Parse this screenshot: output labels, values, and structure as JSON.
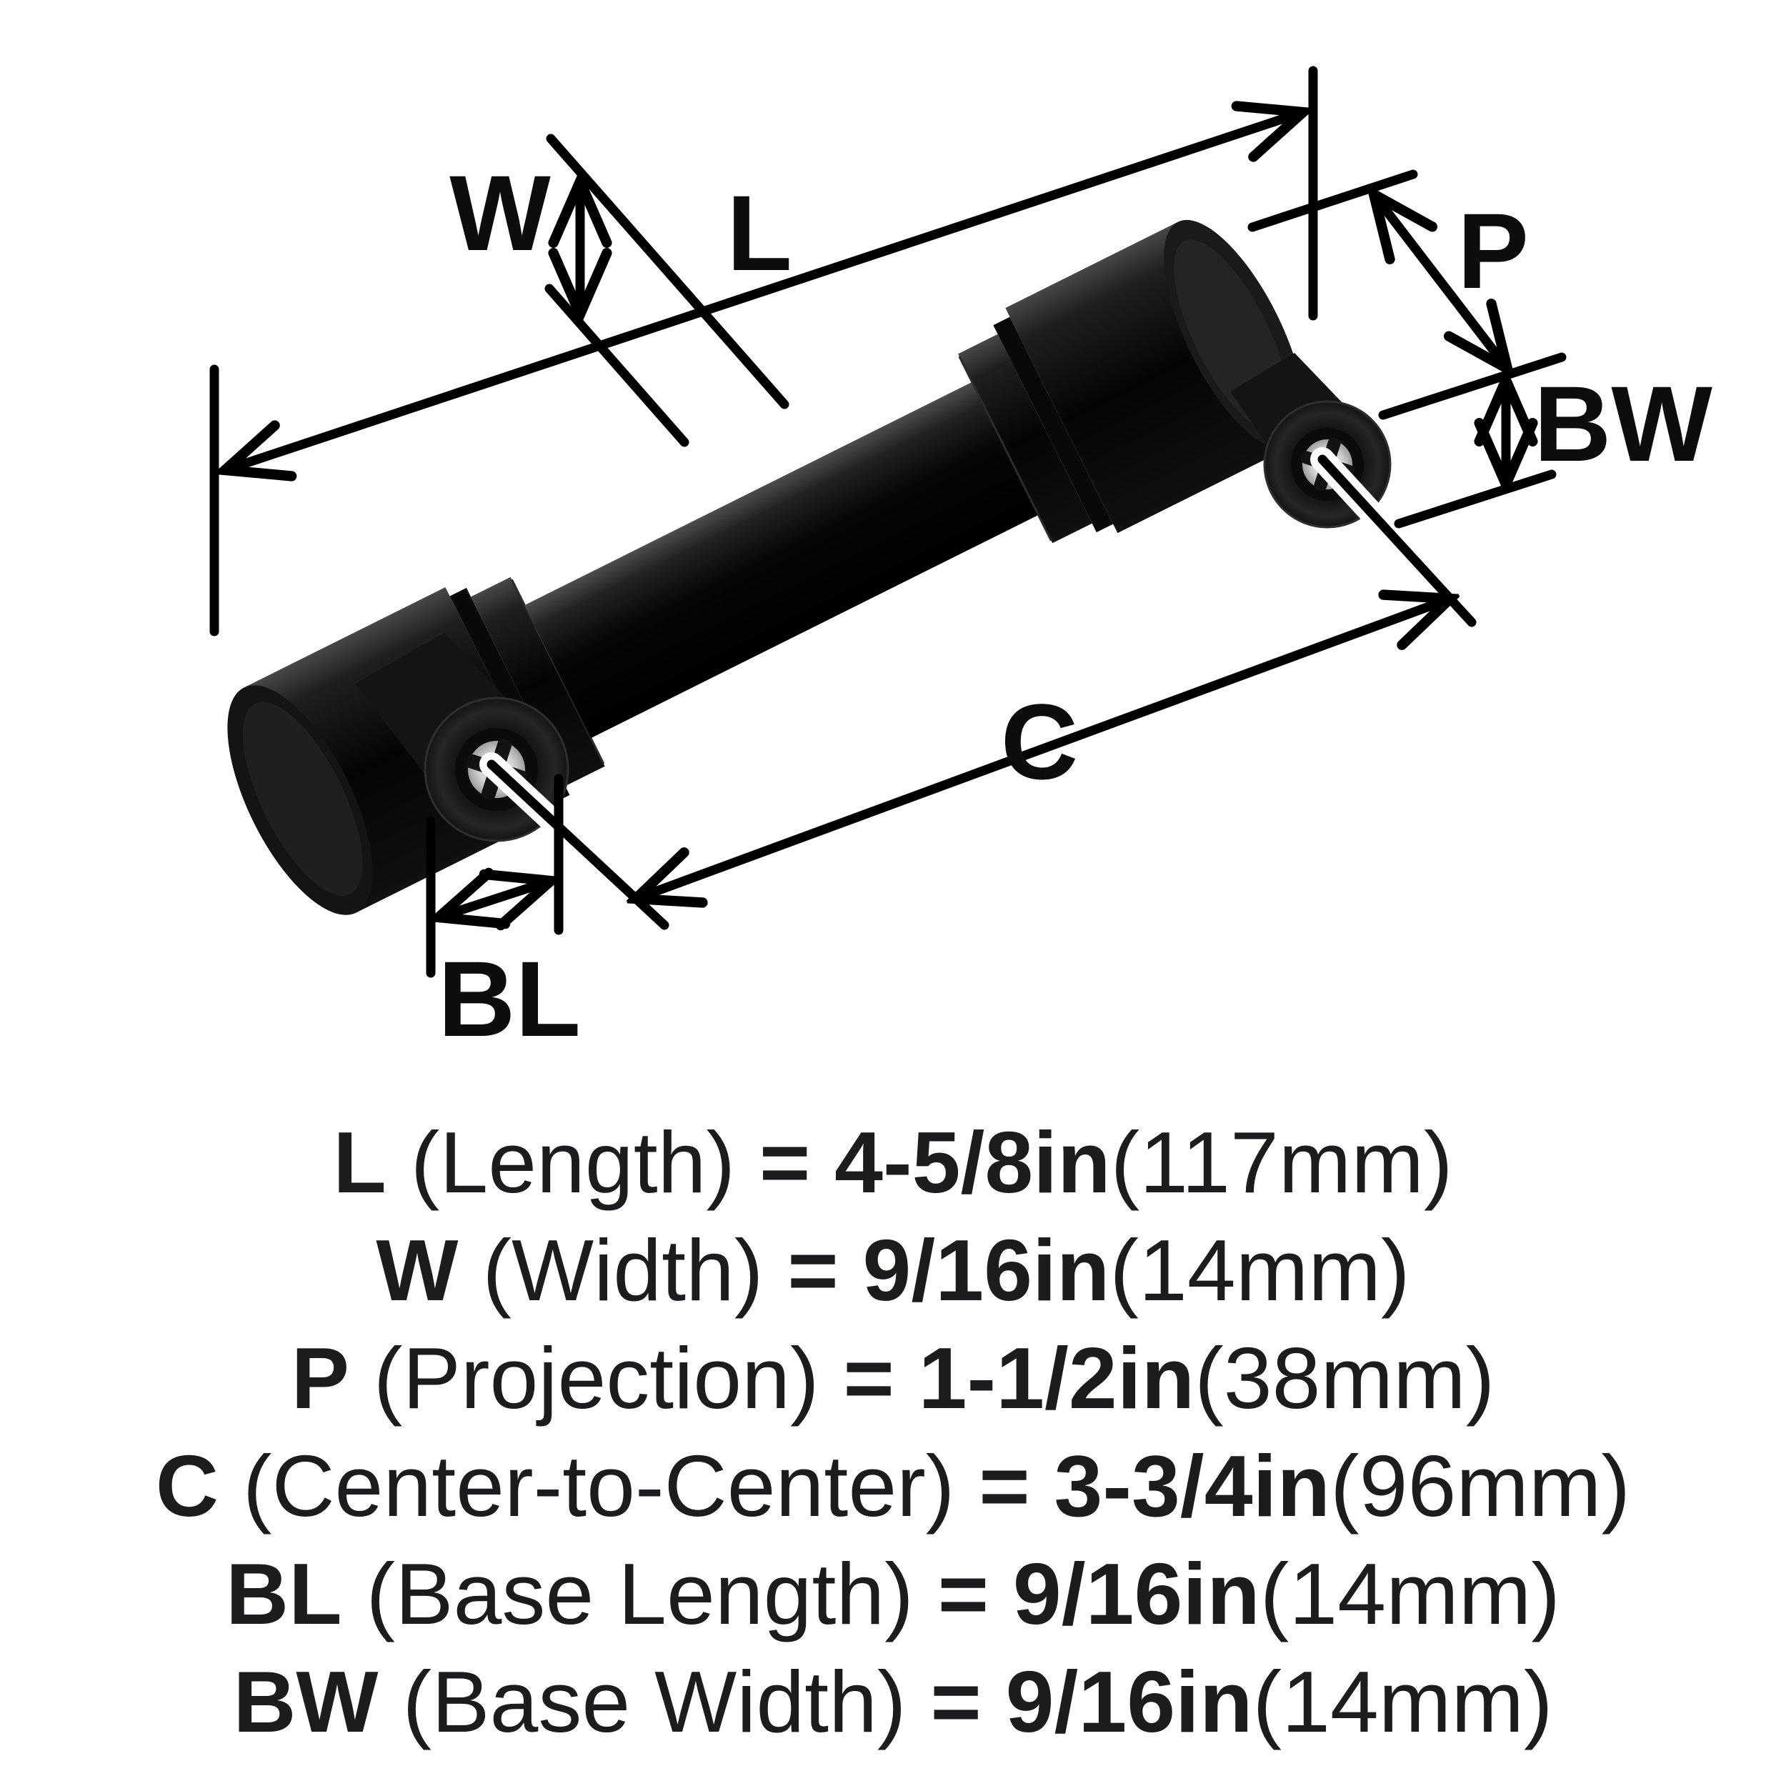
{
  "page": {
    "background": "#ffffff",
    "title": "Cabinet pull dimension diagram"
  },
  "diagram": {
    "labels": {
      "w": "W",
      "l": "L",
      "p": "P",
      "bw": "BW",
      "c": "C",
      "bl": "BL"
    },
    "colors": {
      "ink": "#000000",
      "label_ink": "#0d0d0d",
      "text_ink": "#1c1c1e",
      "handle_black": "#0a0a0a",
      "screw_gray": "#d3d3d3"
    }
  },
  "specs": {
    "rows": [
      {
        "code": "L",
        "label": " (Length) ",
        "value": "= 4-5/8in",
        "metric": "(117mm)"
      },
      {
        "code": "W",
        "label": " (Width) ",
        "value": "= 9/16in",
        "metric": "(14mm)"
      },
      {
        "code": "P",
        "label": " (Projection) ",
        "value": "= 1-1/2in",
        "metric": "(38mm)"
      },
      {
        "code": "C",
        "label": " (Center-to-Center) ",
        "value": "= 3-3/4in",
        "metric": "(96mm)"
      },
      {
        "code": "BL",
        "label": " (Base Length) ",
        "value": "= 9/16in",
        "metric": "(14mm)"
      },
      {
        "code": "BW",
        "label": " (Base Width) ",
        "value": "= 9/16in",
        "metric": "(14mm)"
      }
    ]
  }
}
